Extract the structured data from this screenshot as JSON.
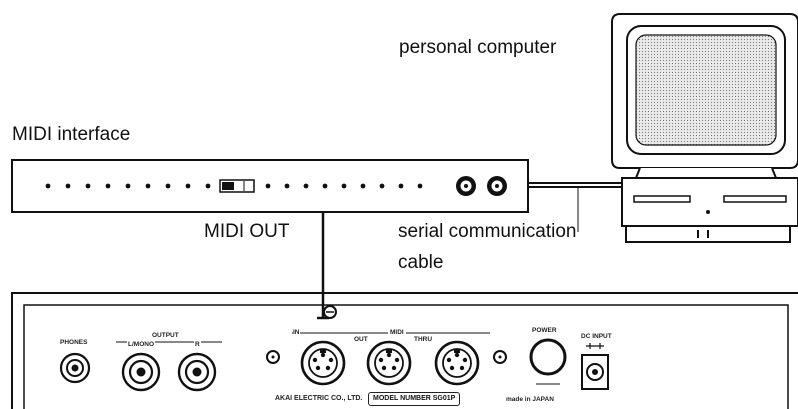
{
  "labels": {
    "personal_computer": "personal computer",
    "midi_interface": "MIDI interface",
    "midi_out": "MIDI OUT",
    "serial_line1": "serial communication",
    "serial_line2": "cable"
  },
  "panel": {
    "phones": "PHONES",
    "output": "OUTPUT",
    "l_mono": "L/MONO",
    "r": "R",
    "in": "IN",
    "out": "OUT",
    "midi": "MIDI",
    "thru": "THRU",
    "power": "POWER",
    "dc_input": "DC INPUT",
    "manufacturer": "AKAI ELECTRIC CO., LTD.",
    "model_number": "MODEL NUMBER SG01P",
    "made_in": "made in JAPAN"
  },
  "colors": {
    "ink": "#111111",
    "screen": "#d9d9d9"
  }
}
